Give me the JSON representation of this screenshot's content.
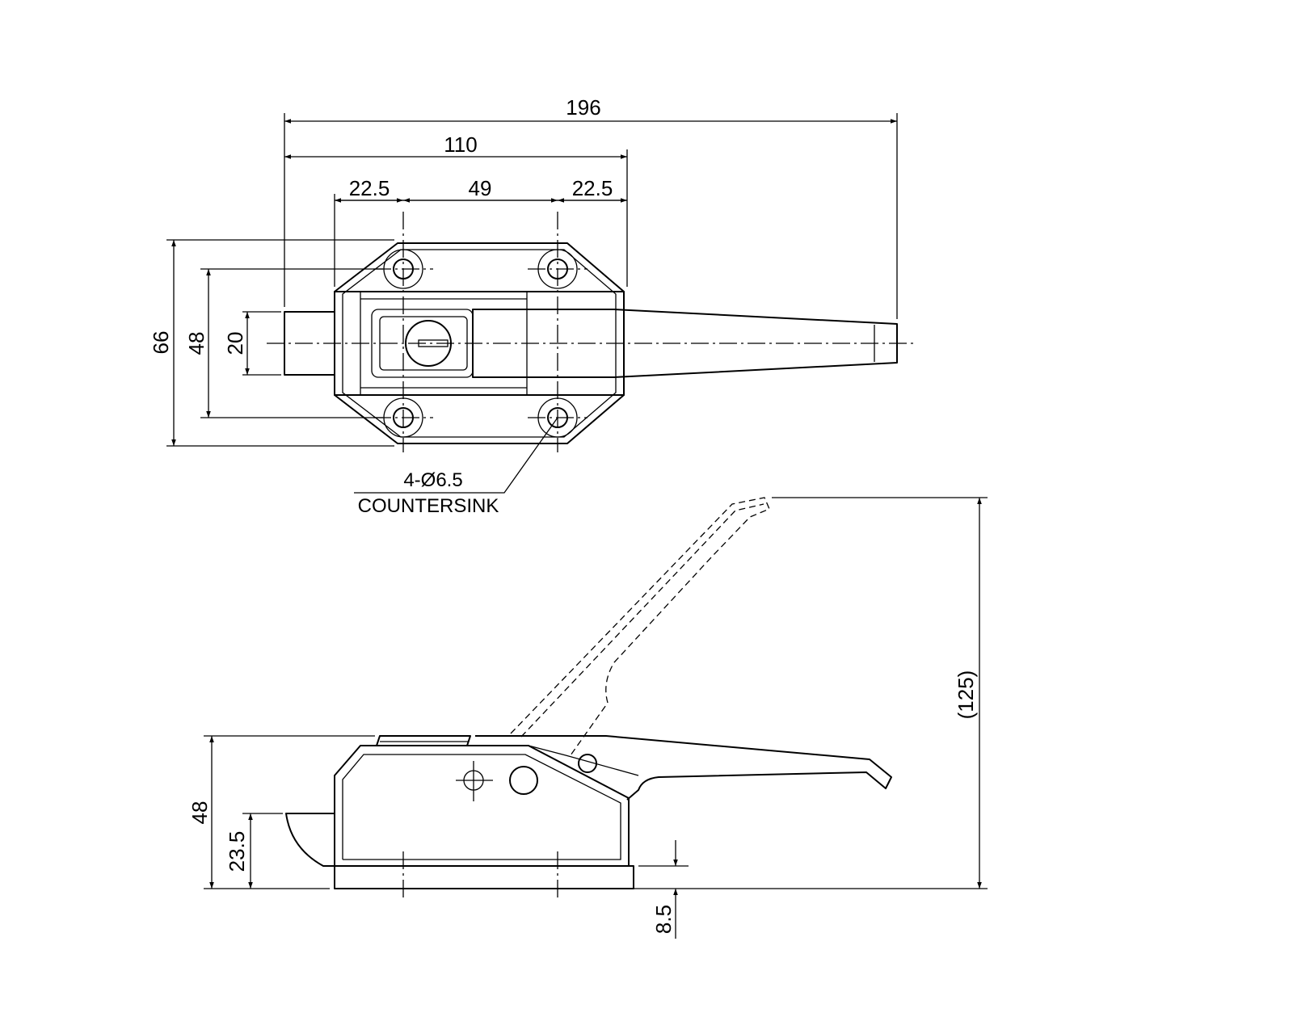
{
  "top_view": {
    "dims": {
      "overall_length": "196",
      "body_length": "110",
      "hole_offset_left": "22.5",
      "hole_spacing": "49",
      "hole_offset_right": "22.5",
      "overall_height": "66",
      "hole_spacing_vertical": "48",
      "bolt_height": "20"
    },
    "hole_callout": {
      "line1": "4-Ø6.5",
      "line2": "COUNTERSINK"
    }
  },
  "side_view": {
    "dims": {
      "body_height": "48",
      "latch_height": "23.5",
      "open_height": "(125)",
      "base_thickness": "8.5"
    }
  }
}
